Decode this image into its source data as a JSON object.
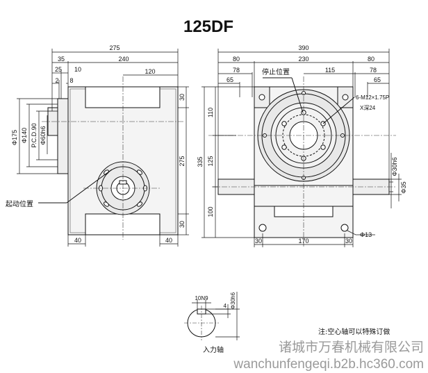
{
  "title": "125DF",
  "left_view": {
    "top_dims": [
      "275",
      "35",
      "240",
      "25",
      "10",
      "120",
      "2",
      "8"
    ],
    "left_dims": [
      "Φ175",
      "Φ140",
      "P.C.D.90",
      "Φ60h6"
    ],
    "right_dims": [
      "30",
      "275",
      "30"
    ],
    "bottom_dims": [
      "40",
      "40"
    ],
    "start_label": "起动位置"
  },
  "right_view": {
    "top_dims": [
      "390",
      "80",
      "230",
      "80",
      "78",
      "115",
      "78",
      "65",
      "65"
    ],
    "stop_label": "停止位置",
    "bolt_note": [
      "6-M12×1.75P",
      "X深24"
    ],
    "left_dims": [
      "110",
      "335",
      "125",
      "100"
    ],
    "right_dims": [
      "Φ30h6",
      "Φ35"
    ],
    "bottom_dims": [
      "30",
      "170",
      "30"
    ],
    "hole_dim": "Φ13"
  },
  "shaft_detail": {
    "dims": [
      "10N9",
      "4",
      "Φ30h6"
    ],
    "label": "入力轴",
    "note": "注:空心轴可以特殊订做"
  },
  "watermark": {
    "company": "诸城市万春机械有限公司",
    "url": "wanchunfengeqi.b2b.hc360.com"
  }
}
